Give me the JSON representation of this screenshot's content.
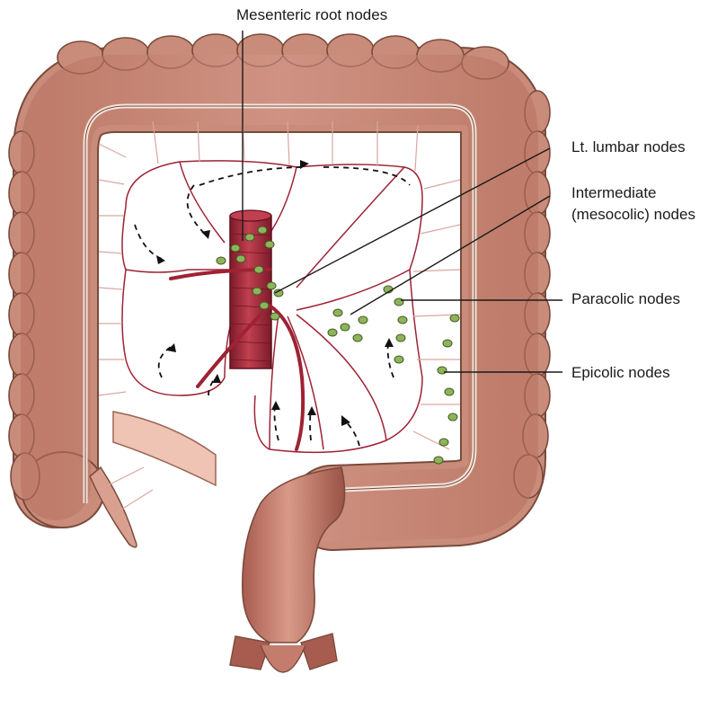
{
  "labels": {
    "mesenteric_root": "Mesenteric root nodes",
    "lt_lumbar": "Lt. lumbar nodes",
    "intermediate_line1": "Intermediate",
    "intermediate_line2": "(mesocolic) nodes",
    "paracolic": "Paracolic nodes",
    "epicolic": "Epicolic nodes"
  },
  "colors": {
    "colon": "#c98c7a",
    "colon_outline": "#7a4a3c",
    "artery": "#9e2234",
    "aorta": "#a8283e",
    "lymph_node": "#8fb35a",
    "ileum": "#f0c4b4",
    "mesentery_vessel": "#d9a6a0"
  }
}
